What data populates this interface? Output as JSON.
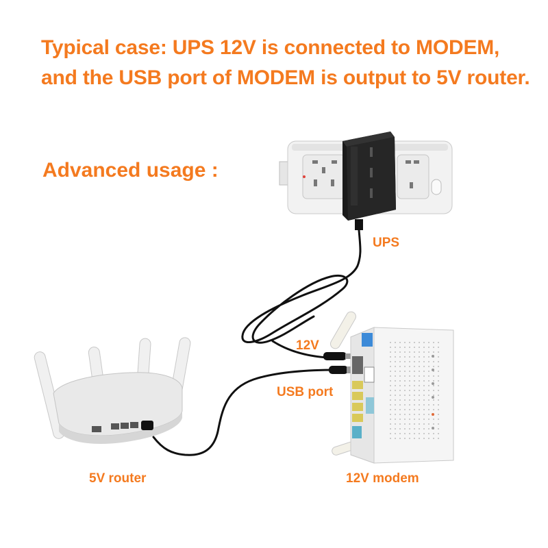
{
  "headline": {
    "line1": "Typical case: UPS 12V is connected to MODEM,",
    "line2": "and the USB port of MODEM is output to 5V router."
  },
  "subhead": "Advanced usage :",
  "labels": {
    "ups": "UPS",
    "v12": "12V",
    "usb_port": "USB port",
    "router": "5V router",
    "modem": "12V  modem"
  },
  "colors": {
    "accent": "#f47a1f",
    "device_white": "#f3f3f3",
    "adapter_black": "#1b1b1b",
    "cable": "#111111"
  }
}
